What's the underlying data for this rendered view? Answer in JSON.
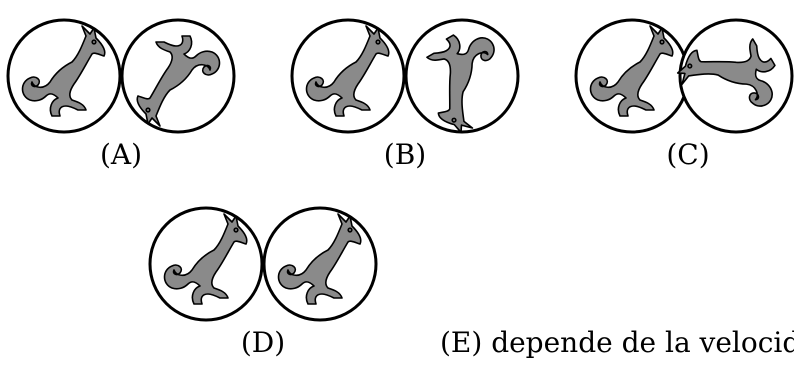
{
  "options": [
    {
      "label": "(A)",
      "left_rotation_deg": 0,
      "right_rotation_deg": 180
    },
    {
      "label": "(B)",
      "left_rotation_deg": 0,
      "right_rotation_deg": 150
    },
    {
      "label": "(C)",
      "left_rotation_deg": 0,
      "right_rotation_deg": 240
    },
    {
      "label": "(D)",
      "left_rotation_deg": 0,
      "right_rotation_deg": 0
    }
  ],
  "option_e": "(E) depende de la velocidad"
}
